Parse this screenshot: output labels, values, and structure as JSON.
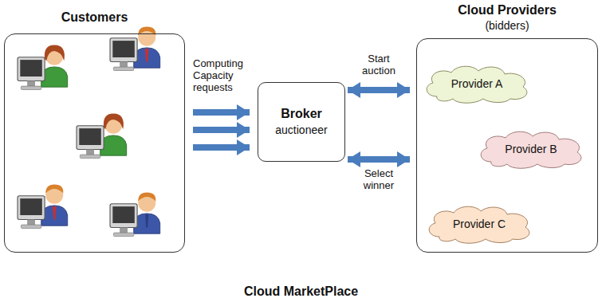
{
  "diagram": {
    "caption": "Cloud MarketPlace",
    "nodes": [
      {
        "text": [
          "Customers"
        ]
      },
      {
        "text": [
          "Broker",
          "auctioneer"
        ]
      },
      {
        "text": [
          "Cloud Providers",
          "(bidders)"
        ]
      },
      {
        "text": [
          "Provider A"
        ],
        "in": 2
      },
      {
        "text": [
          "Provider B"
        ],
        "in": 2
      },
      {
        "text": [
          "Provider C"
        ],
        "in": 2
      }
    ],
    "edges": [
      {
        "from": 0,
        "to": 1,
        "arrow": "to",
        "label": "Computing Capacity requests"
      },
      {
        "from": 0,
        "to": 1,
        "arrow": "to"
      },
      {
        "from": 0,
        "to": 1,
        "arrow": "to"
      },
      {
        "from": 1,
        "to": 2,
        "arrow": "both",
        "label": "Start auction"
      },
      {
        "from": 1,
        "to": 2,
        "arrow": "both",
        "label": "Select winner"
      }
    ]
  }
}
